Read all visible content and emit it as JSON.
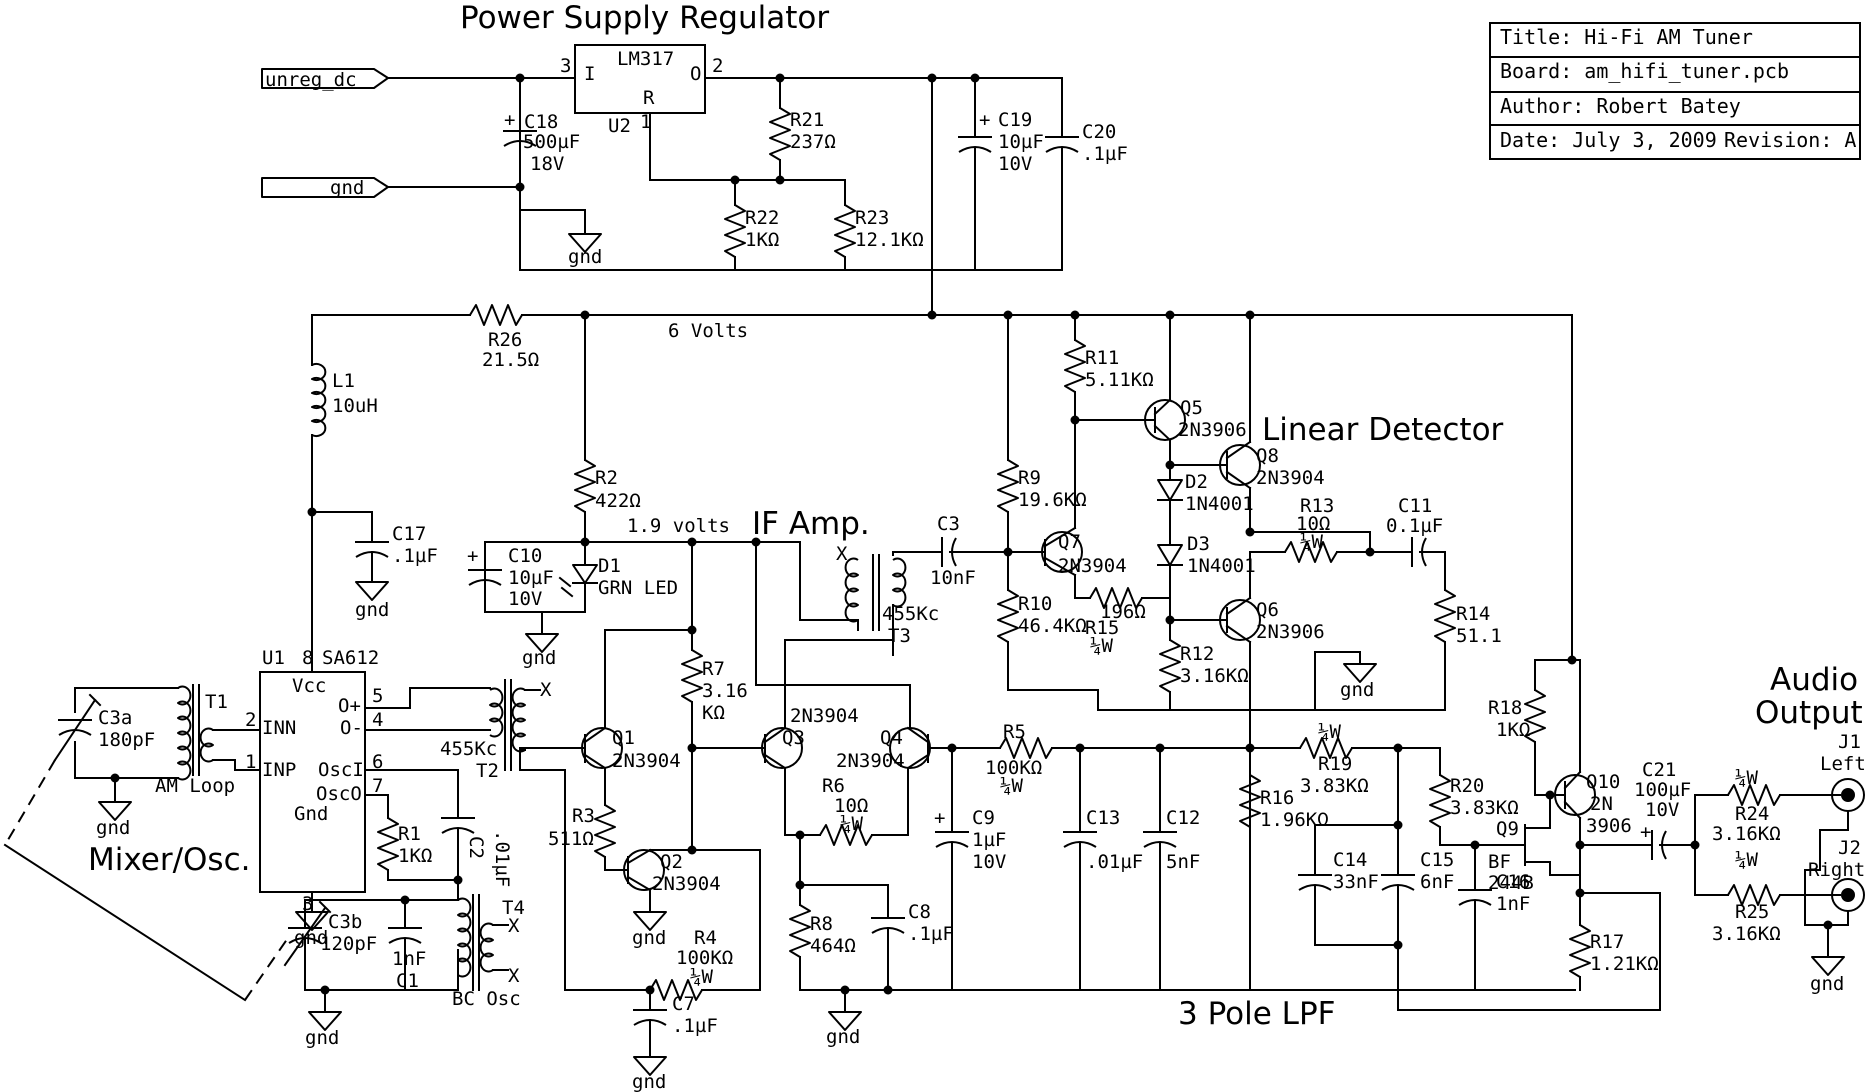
{
  "title_block": {
    "title": "Title:  Hi-Fi AM Tuner",
    "board": "Board:  am_hifi_tuner.pcb",
    "author": "Author:  Robert Batey",
    "date": "Date:  July 3, 2009",
    "revision": "Revision: A"
  },
  "sections": {
    "power": "Power Supply Regulator",
    "if_amp": "IF Amp.",
    "detector": "Linear Detector",
    "mixer": "Mixer/Osc.",
    "lpf": "3 Pole LPF",
    "audio_out_1": "Audio",
    "audio_out_2": "Output"
  },
  "nets": {
    "unreg": "unreg_dc",
    "gnd_in": "gnd",
    "six_volts": "6 Volts",
    "one_nine": "1.9 volts",
    "gnd": "gnd"
  },
  "regulator": {
    "name": "LM317",
    "ref": "U2",
    "p_in": "3",
    "p_out": "2",
    "p_adj": "1",
    "i": "I",
    "o": "O",
    "r": "R"
  },
  "mixer_ic": {
    "ref": "U1",
    "name": "SA612",
    "vcc": "Vcc",
    "gnd": "Gnd",
    "pin8": "8",
    "pin5": "5",
    "pin4": "4",
    "pin2": "2",
    "pin1": "1",
    "pin6": "6",
    "pin7": "7",
    "pin3": "3",
    "op": "O+",
    "om": "O-",
    "inn": "INN",
    "inp": "INP",
    "osci": "OscI",
    "osco": "OscO"
  },
  "parts": {
    "c18": [
      "C18",
      "500µF",
      "18V"
    ],
    "r21": [
      "R21",
      "237Ω"
    ],
    "r22": [
      "R22",
      "1KΩ"
    ],
    "r23": [
      "R23",
      "12.1KΩ"
    ],
    "c19": [
      "C19",
      "10µF",
      "10V"
    ],
    "c20": [
      "C20",
      ".1µF"
    ],
    "r26": [
      "R26",
      "21.5Ω"
    ],
    "l1": [
      "L1",
      "10uH"
    ],
    "c17": [
      "C17",
      ".1µF"
    ],
    "r2": [
      "R2",
      "422Ω"
    ],
    "c10": [
      "C10",
      "10µF",
      "10V"
    ],
    "d1": [
      "D1",
      "GRN LED"
    ],
    "c3": [
      "C3",
      "10nF"
    ],
    "t3": [
      "455Kc",
      "T3"
    ],
    "r11": [
      "R11",
      "5.11KΩ"
    ],
    "q5": [
      "Q5",
      "2N3906"
    ],
    "q8": [
      "Q8",
      "2N3904"
    ],
    "d2": [
      "D2",
      "1N4001"
    ],
    "d3": [
      "D3",
      "1N4001"
    ],
    "r13": [
      "R13",
      "10Ω",
      "¼W"
    ],
    "c11": [
      "C11",
      "0.1µF"
    ],
    "r9": [
      "R9",
      "19.6KΩ"
    ],
    "q7": [
      "Q7",
      "2N3904"
    ],
    "r10": [
      "R10",
      "46.4KΩ"
    ],
    "r15": [
      "196Ω",
      "R15",
      "¼W"
    ],
    "q6": [
      "Q6",
      "2N3906"
    ],
    "r12": [
      "R12",
      "3.16KΩ"
    ],
    "r14": [
      "R14",
      "51.1"
    ],
    "c3a": [
      "C3a",
      "180pF"
    ],
    "t1": [
      "T1",
      "AM Loop"
    ],
    "t2": [
      "455Kc",
      "T2"
    ],
    "c2": [
      "C2",
      ".01µF"
    ],
    "r1": [
      "R1",
      "1KΩ"
    ],
    "c3b": [
      "C3b",
      "120pF"
    ],
    "c1": [
      "1nF",
      "C1"
    ],
    "t4": [
      "T4",
      "BC  Osc"
    ],
    "q1": [
      "Q1",
      "2N3904"
    ],
    "r3": [
      "R3",
      "511Ω"
    ],
    "q2": [
      "Q2",
      "2N3904"
    ],
    "r4": [
      "R4",
      "100KΩ",
      "¼W"
    ],
    "c7": [
      "C7",
      ".1µF"
    ],
    "r7": [
      "R7",
      "3.16",
      "KΩ"
    ],
    "q3": [
      "2N3904",
      "Q3"
    ],
    "q4": [
      "Q4",
      "2N3904"
    ],
    "r6": [
      "R6",
      "10Ω",
      "¼W"
    ],
    "r8": [
      "R8",
      "464Ω"
    ],
    "c8": [
      "C8",
      ".1µF"
    ],
    "r5": [
      "R5",
      "100KΩ",
      "¼W"
    ],
    "c9": [
      "C9",
      "1µF",
      "10V"
    ],
    "c13": [
      "C13",
      ".01µF"
    ],
    "c12": [
      "C12",
      "5nF"
    ],
    "r16": [
      "R16",
      "1.96KΩ"
    ],
    "r19": [
      "¼W",
      "R19",
      "3.83KΩ"
    ],
    "c14": [
      "C14",
      "33nF"
    ],
    "c15": [
      "C15",
      "6nF"
    ],
    "r20": [
      "R20",
      "3.83KΩ"
    ],
    "q9": [
      "Q9",
      "BF",
      "244B"
    ],
    "c16": [
      "C16",
      "1nF"
    ],
    "r18": [
      "R18",
      "1KΩ"
    ],
    "q10": [
      "Q10",
      "2N",
      "3906"
    ],
    "r17": [
      "R17",
      "1.21KΩ"
    ],
    "c21": [
      "C21",
      "100µF",
      "10V"
    ],
    "r24": [
      "¼W",
      "R24",
      "3.16KΩ"
    ],
    "r25": [
      "¼W",
      "R25",
      "3.16KΩ"
    ],
    "j1": [
      "J1",
      "Left"
    ],
    "j2": [
      "J2",
      "Right"
    ],
    "x": "X"
  }
}
